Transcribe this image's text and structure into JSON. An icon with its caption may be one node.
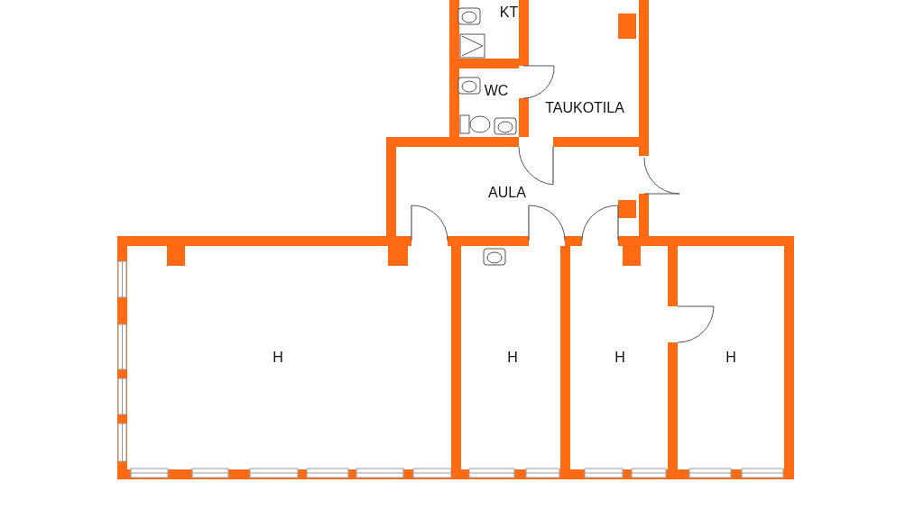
{
  "diagram": {
    "nodes": [
      {
        "text": [
          "KT"
        ]
      },
      {
        "text": [
          "WC"
        ]
      },
      {
        "text": [
          "TAUKOTILA"
        ]
      },
      {
        "text": [
          "AULA"
        ]
      },
      {
        "text": [
          "H"
        ]
      },
      {
        "text": [
          "H"
        ]
      },
      {
        "text": [
          "H"
        ]
      },
      {
        "text": [
          "H"
        ]
      }
    ]
  }
}
